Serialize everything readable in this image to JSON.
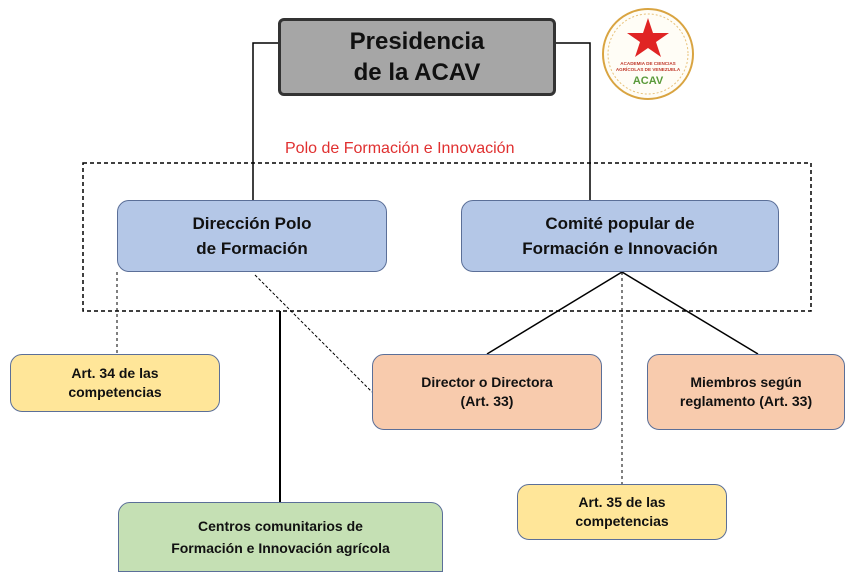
{
  "presidency": {
    "label": "Presidencia\nde la ACAV"
  },
  "polo_group": {
    "title": "Polo de Formación e Innovación"
  },
  "nodes": {
    "direccion_polo": {
      "label": "Dirección Polo\nde Formación"
    },
    "comite_popular": {
      "label": "Comité popular de\nFormación e Innovación"
    },
    "art34": {
      "label": "Art. 34 de las\ncompetencias"
    },
    "director": {
      "label": "Director o Directora\n(Art. 33)"
    },
    "miembros": {
      "label": "Miembros según\nreglamento (Art. 33)"
    },
    "art35": {
      "label": "Art. 35 de las\ncompetencias"
    },
    "centros": {
      "label": "Centros comunitarios de\nFormación e Innovación agrícola"
    }
  },
  "logo": {
    "org_line1": "ACADEMIA DE CIENCIAS",
    "org_line2": "AGRÍCOLAS DE VENEZUELA",
    "acronym": "ACAV"
  },
  "colors": {
    "presidency": "#a6a6a6",
    "blue_box": "#b4c7e7",
    "yellow_box": "#ffe699",
    "orange_box": "#f8cbad",
    "green_box": "#c5e0b4",
    "polo_title": "#e03030",
    "logo_star": "#e02424",
    "logo_ring": "#d9a441",
    "logo_acronym": "#5a9a3a"
  }
}
